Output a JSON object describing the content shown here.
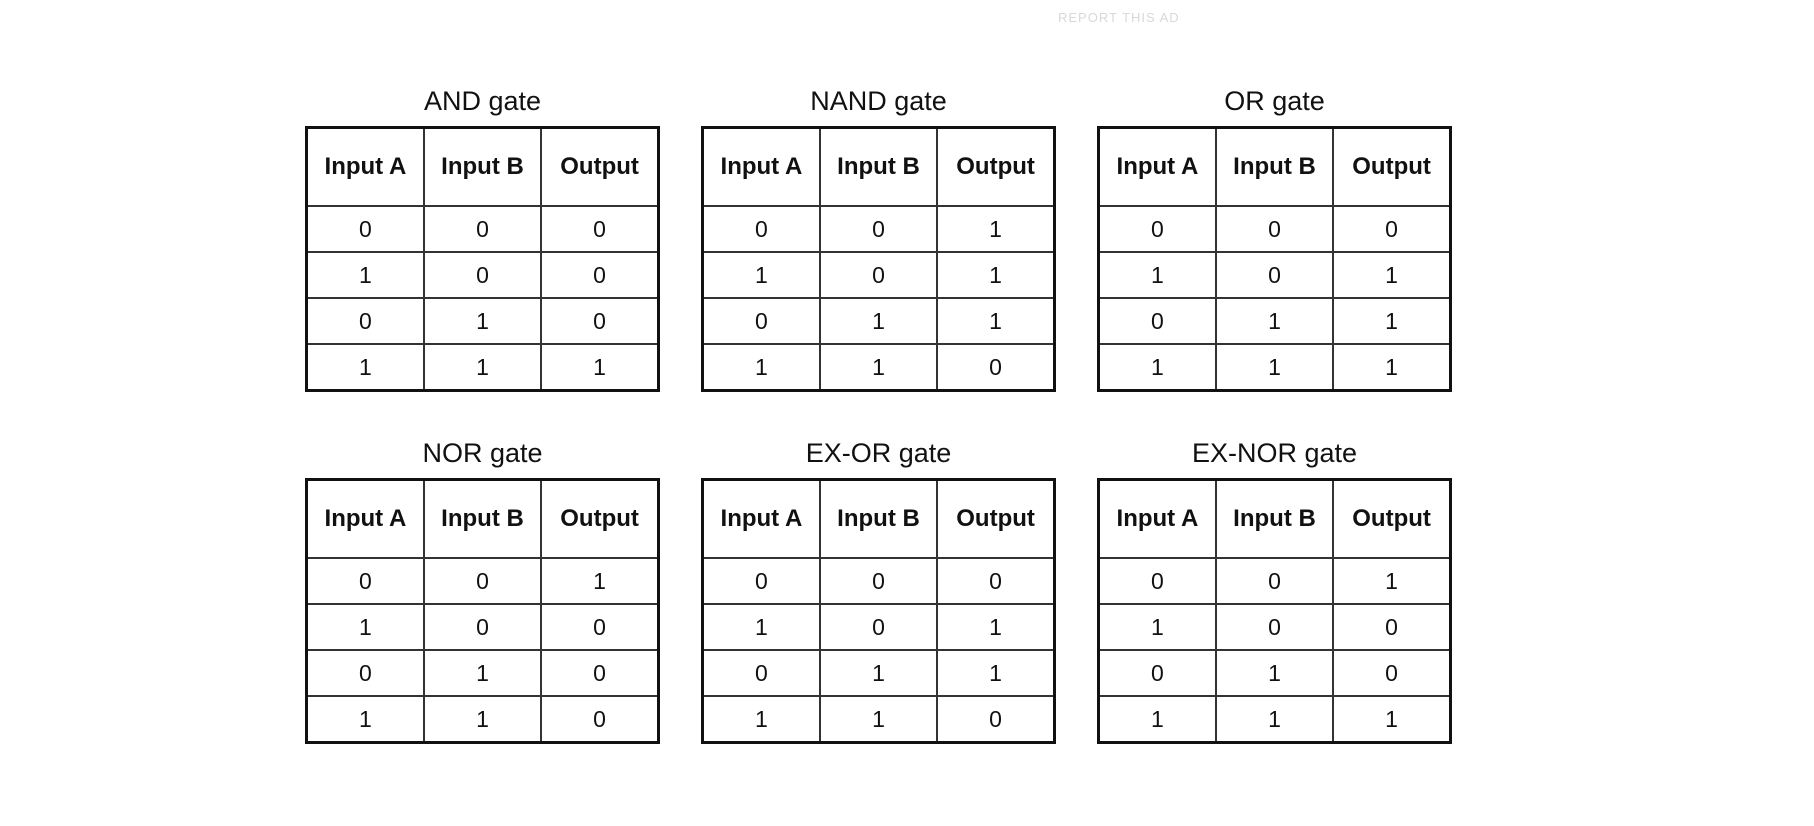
{
  "faint_text": "REPORT THIS AD",
  "columns": [
    "Input A",
    "Input B",
    "Output"
  ],
  "gates": [
    {
      "title": "AND gate",
      "rows": [
        [
          "0",
          "0",
          "0"
        ],
        [
          "1",
          "0",
          "0"
        ],
        [
          "0",
          "1",
          "0"
        ],
        [
          "1",
          "1",
          "1"
        ]
      ]
    },
    {
      "title": "NAND gate",
      "rows": [
        [
          "0",
          "0",
          "1"
        ],
        [
          "1",
          "0",
          "1"
        ],
        [
          "0",
          "1",
          "1"
        ],
        [
          "1",
          "1",
          "0"
        ]
      ]
    },
    {
      "title": "OR gate",
      "rows": [
        [
          "0",
          "0",
          "0"
        ],
        [
          "1",
          "0",
          "1"
        ],
        [
          "0",
          "1",
          "1"
        ],
        [
          "1",
          "1",
          "1"
        ]
      ]
    },
    {
      "title": "NOR gate",
      "rows": [
        [
          "0",
          "0",
          "1"
        ],
        [
          "1",
          "0",
          "0"
        ],
        [
          "0",
          "1",
          "0"
        ],
        [
          "1",
          "1",
          "0"
        ]
      ]
    },
    {
      "title": "EX-OR gate",
      "rows": [
        [
          "0",
          "0",
          "0"
        ],
        [
          "1",
          "0",
          "1"
        ],
        [
          "0",
          "1",
          "1"
        ],
        [
          "1",
          "1",
          "0"
        ]
      ]
    },
    {
      "title": "EX-NOR gate",
      "rows": [
        [
          "0",
          "0",
          "1"
        ],
        [
          "1",
          "0",
          "0"
        ],
        [
          "0",
          "1",
          "0"
        ],
        [
          "1",
          "1",
          "1"
        ]
      ]
    }
  ]
}
